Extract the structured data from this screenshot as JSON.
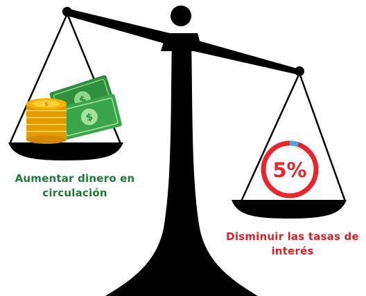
{
  "left_pan": {
    "caption_line1": "Aumentar dinero en",
    "caption_line2": "circulación",
    "icon": "money-stack-icon",
    "caption_color": "#1f7a3a"
  },
  "right_pan": {
    "caption_line1": "Disminuir las tasas de",
    "caption_line2": "interés",
    "icon": "percent-gauge-icon",
    "gauge_value": "5%",
    "caption_color": "#e01f26"
  },
  "colors": {
    "scale": "#000000",
    "gauge_ring": "#e8262c",
    "gauge_accent": "#4aa8e0",
    "bill": "#3aa64a",
    "coin": "#f4b400"
  }
}
